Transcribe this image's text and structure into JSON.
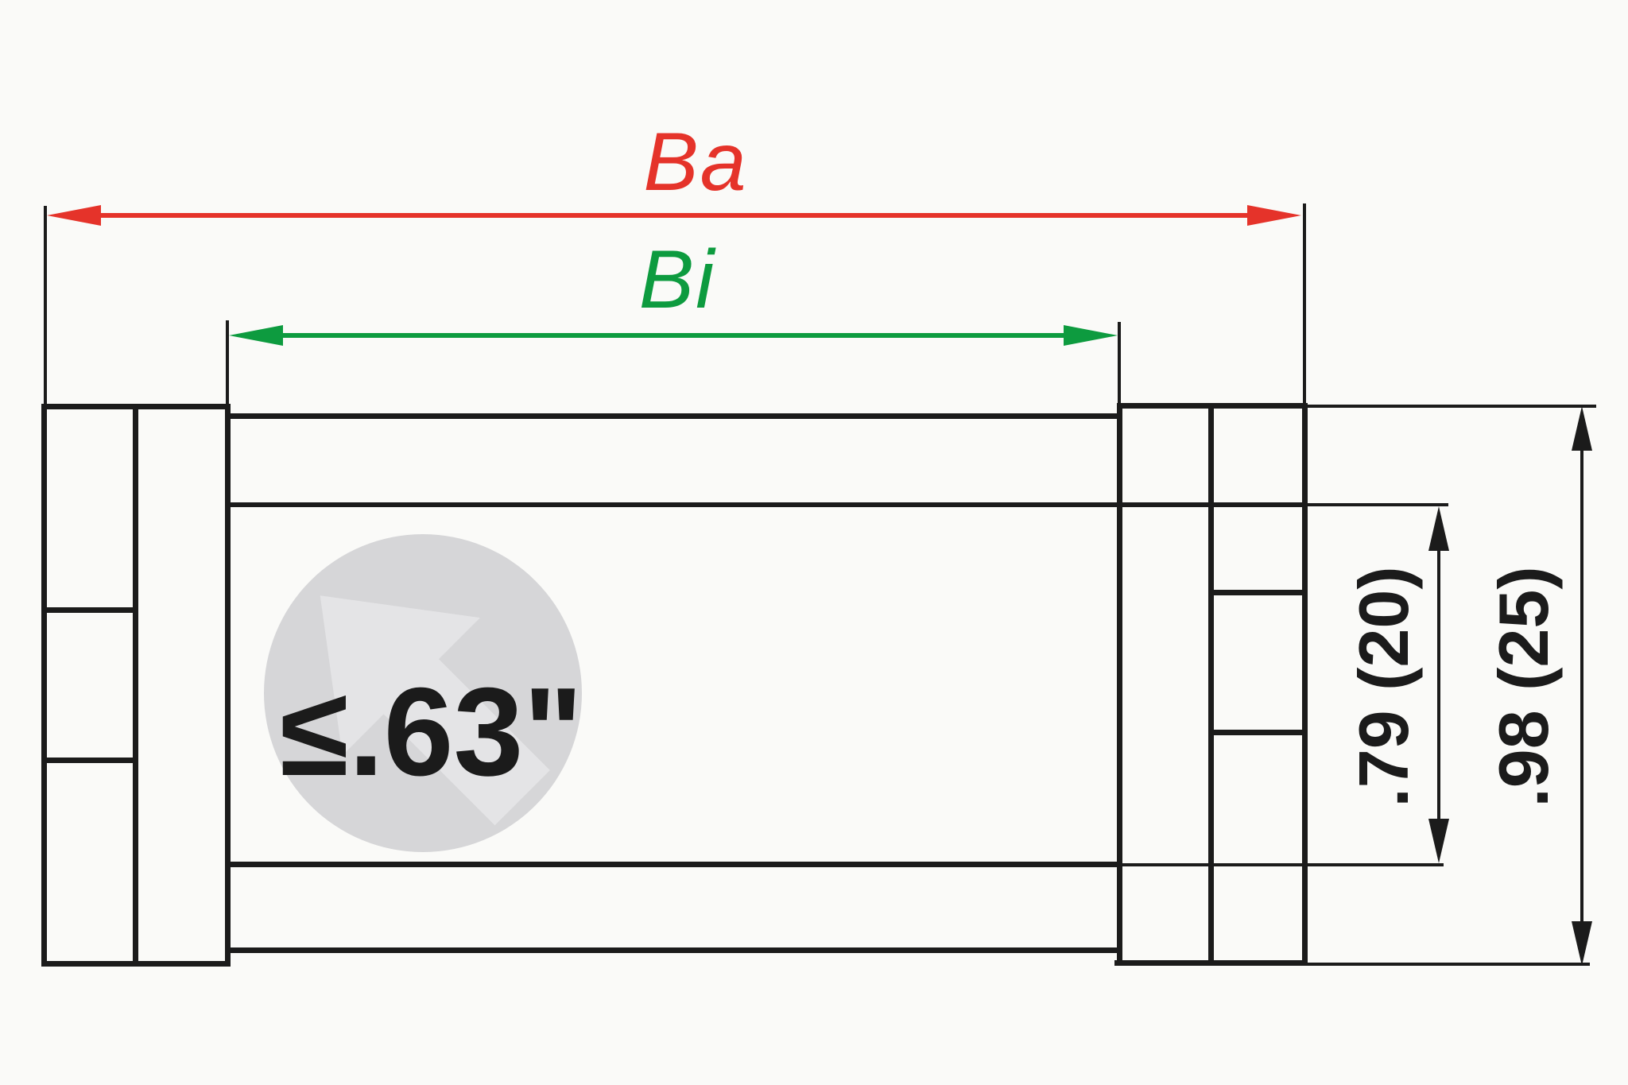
{
  "diagram": {
    "type": "engineering cross-section drawing",
    "subject": "cable carrier (energy chain) link profile with dimension annotations",
    "dimensions": {
      "outer_width": {
        "label": "Ba",
        "color": "#e5332a",
        "orientation": "horizontal"
      },
      "inner_width": {
        "label": "Bi",
        "color": "#0d9b3f",
        "orientation": "horizontal"
      },
      "inner_height": {
        "label": ".79 (20)",
        "color": "#1b1b1b",
        "orientation": "vertical"
      },
      "outer_height": {
        "label": ".98 (25)",
        "color": "#1b1b1b",
        "orientation": "vertical"
      },
      "max_cable_diameter": {
        "label": "≤.63\"",
        "color": "#1b1b1b"
      }
    },
    "colors": {
      "ink": "#1b1b1b",
      "red": "#e5332a",
      "green": "#0d9b3f",
      "circle": "#d6d6d8",
      "watermark": "#e4e4e6",
      "background": "#fafaf8"
    }
  }
}
